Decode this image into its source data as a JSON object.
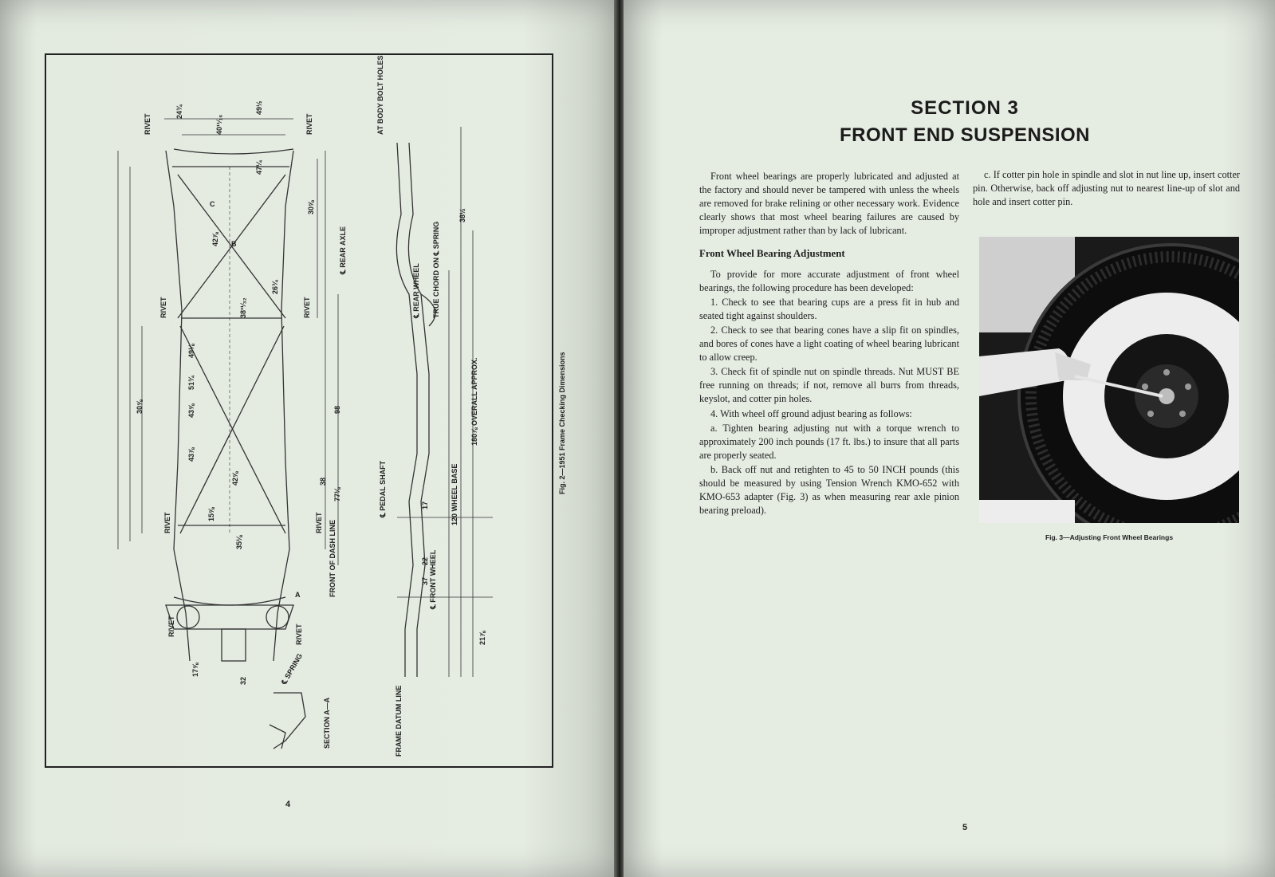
{
  "left_page": {
    "figure_caption": "Fig. 2—1951 Frame Checking Dimensions",
    "page_number": "4",
    "diagram_labels": {
      "rivet": "RIVET",
      "rear_axle": "℄ REAR AXLE",
      "rear_wheel": "℄ REAR WHEEL",
      "true_chord": "TRUE CHORD ON ℄ SPRING",
      "body_bolt": "AT BODY BOLT HOLES",
      "overall": "180⅞ OVERALL APPROX.",
      "wheel_base": "120 WHEEL BASE",
      "pedal_shaft": "℄ PEDAL SHAFT",
      "front_wheel": "℄ FRONT WHEEL",
      "front_dash": "FRONT OF DASH LINE",
      "frame_datum": "FRAME DATUM LINE",
      "section_aa": "SECTION A—A",
      "spring": "℄ SPRING",
      "a": "A",
      "b": "B",
      "c": "C",
      "dims": [
        "24¾",
        "40¹¹⁄₁₆",
        "49½",
        "47¼",
        "30⅝",
        "42⅞",
        "26¾",
        "38³¹⁄₃₂",
        "49⅛",
        "51¾",
        "43⅝",
        "43⅞",
        "42⅝",
        "15⅝",
        "30⅝",
        "35⅛",
        "98",
        "38",
        "77⅛",
        "38½",
        "17",
        "22",
        "37",
        "21⅞",
        "17⅝",
        "32"
      ]
    }
  },
  "right_page": {
    "section_number": "SECTION 3",
    "section_title": "FRONT END SUSPENSION",
    "intro": "Front wheel bearings are properly lubricated and adjusted at the factory and should never be tampered with unless the wheels are removed for brake relining or other necessary work. Evidence clearly shows that most wheel bearing failures are caused by improper adjustment rather than by lack of lubricant.",
    "subheading": "Front Wheel Bearing Adjustment",
    "procedure_intro": "To provide for more accurate adjustment of front wheel bearings, the following procedure has been developed:",
    "step1": "1. Check to see that bearing cups are a press fit in hub and seated tight against shoulders.",
    "step2": "2. Check to see that bearing cones have a slip fit on spindles, and bores of cones have a light coating of wheel bearing lubricant to allow creep.",
    "step3": "3. Check fit of spindle nut on spindle threads. Nut MUST BE free running on threads; if not, remove all burrs from threads, keyslot, and cotter pin holes.",
    "step4": "4. With wheel off ground adjust bearing as follows:",
    "step4a": "a. Tighten bearing adjusting nut with a torque wrench to approximately 200 inch pounds (17 ft. lbs.) to insure that all parts are properly seated.",
    "step4b": "b. Back off nut and retighten to 45 to 50 INCH pounds (this should be measured by using Tension Wrench KMO-652 with KMO-653 adapter (Fig. 3) as when measuring rear axle pinion bearing preload).",
    "step4c": "c. If cotter pin hole in spindle and slot in nut line up, insert cotter pin. Otherwise, back off adjusting nut to nearest line-up of slot and hole and insert cotter pin.",
    "photo_caption": "Fig. 3—Adjusting Front Wheel Bearings",
    "page_number": "5"
  }
}
